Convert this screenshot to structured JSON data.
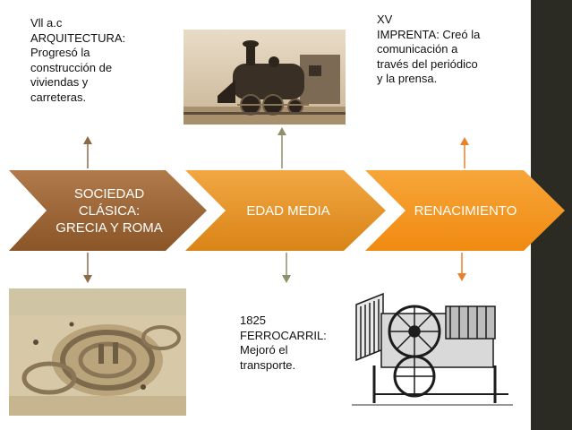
{
  "timeline": {
    "stages": [
      {
        "label": "SOCIEDAD\nCLÁSICA:\nGRECIA Y ROMA",
        "color_top": "#b07a4b",
        "color_bottom": "#8a5527"
      },
      {
        "label": "EDAD MEDIA",
        "color_top": "#f2a744",
        "color_bottom": "#d98416"
      },
      {
        "label": "RENACIMIENTO",
        "color_top": "#f7a63a",
        "color_bottom": "#f08a10"
      }
    ]
  },
  "notes": {
    "arquitectura": "Vll a.c\nARQUITECTURA:\nProgresó la\nconstrucción de\nviviendas y\ncarreteras.",
    "imprenta": "XV\nIMPRENTA: Creó la\ncomunicación a\ntravés del periódico\ny la prensa.",
    "ferrocarril": "1825\nFERROCARRIL:\nMejoró el\ntransporte."
  },
  "images": {
    "locomotive": "steam-locomotive-photo",
    "ruins": "ancient-stone-ruins-illustration",
    "press": "printing-press-engraving"
  },
  "colors": {
    "arrow_brown": "#8c6a48",
    "arrow_olive": "#8f8f6a",
    "arrow_orange": "#e8812a",
    "sidebar": "#2b2b23"
  }
}
